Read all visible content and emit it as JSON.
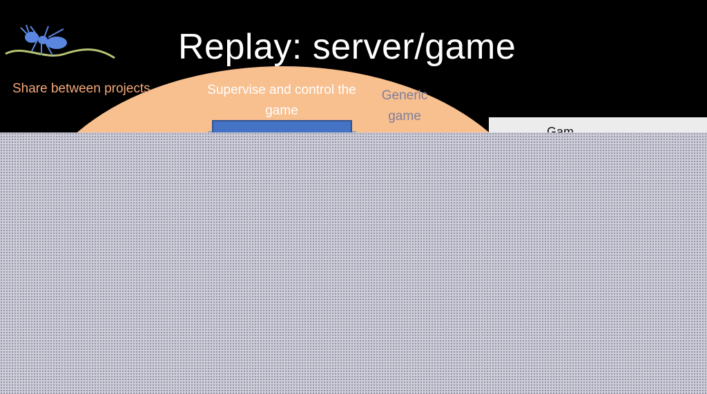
{
  "slide": {
    "title": "Replay: server/game",
    "share_label": "Share between projects",
    "supervise_label": "Supervise and control the game",
    "generic_label": "Generic game",
    "game_label": "Gam"
  },
  "colors": {
    "background": "#000000",
    "ellipse": "#f8bf8f",
    "share_text": "#f4a87a",
    "generic_text": "#7f7f9a",
    "box": "#4472c4",
    "mask": "#cdcdd9"
  },
  "icons": {
    "logo": "ant-on-vine-icon"
  }
}
